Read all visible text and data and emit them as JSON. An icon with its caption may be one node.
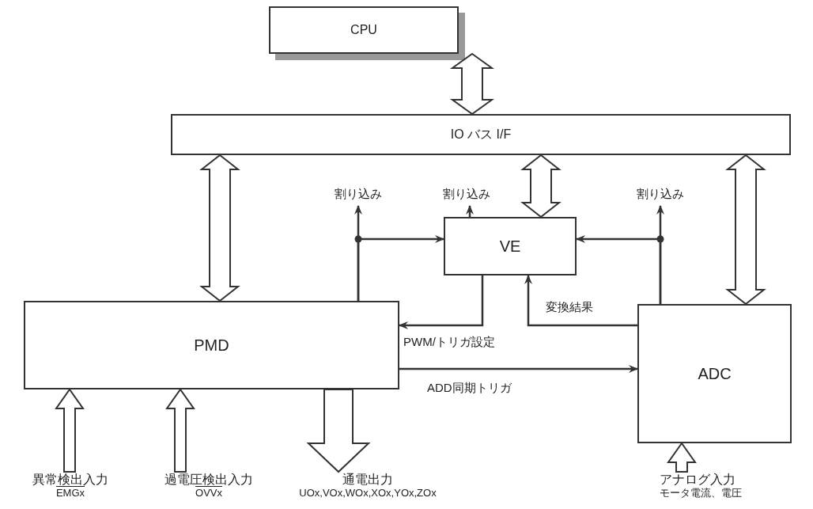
{
  "diagram": {
    "nodes": [
      {
        "text": [
          "CPU"
        ]
      },
      {
        "text": [
          "IO バス I/F"
        ]
      },
      {
        "text": [
          "VE"
        ]
      },
      {
        "text": [
          "PMD"
        ]
      },
      {
        "text": [
          "ADC"
        ]
      },
      {
        "text": [
          "割り込み"
        ]
      },
      {
        "text": [
          "割り込み"
        ]
      },
      {
        "text": [
          "割り込み"
        ]
      },
      {
        "text": [
          "異常検出入力",
          "EMGx"
        ]
      },
      {
        "text": [
          "過電圧検出入力",
          "OVVx"
        ]
      },
      {
        "text": [
          "通電出力",
          "UOx,VOx,WOx,XOx,YOx,ZOx"
        ]
      },
      {
        "text": [
          "アナログ入力",
          "モータ電流、電圧"
        ]
      }
    ],
    "edges": [
      {
        "from": 0,
        "to": 1,
        "arrow": "both",
        "style": "thick"
      },
      {
        "from": 1,
        "to": 3,
        "arrow": "both",
        "style": "thick"
      },
      {
        "from": 1,
        "to": 2,
        "arrow": "both",
        "style": "thick"
      },
      {
        "from": 1,
        "to": 4,
        "arrow": "both",
        "style": "thick"
      },
      {
        "from": 3,
        "to": 5,
        "arrow": "to"
      },
      {
        "from": 3,
        "to": 2,
        "arrow": "to"
      },
      {
        "from": 2,
        "to": 6,
        "arrow": "to"
      },
      {
        "from": 4,
        "to": 7,
        "arrow": "to"
      },
      {
        "from": 4,
        "to": 2,
        "arrow": "to"
      },
      {
        "from": 2,
        "to": 3,
        "arrow": "to",
        "label": "PWM/トリガ設定"
      },
      {
        "from": 4,
        "to": 2,
        "arrow": "to",
        "label": "変換結果"
      },
      {
        "from": 3,
        "to": 4,
        "arrow": "to",
        "label": "ADD同期トリガ"
      },
      {
        "from": 8,
        "to": 3,
        "arrow": "to",
        "style": "thick"
      },
      {
        "from": 9,
        "to": 3,
        "arrow": "to",
        "style": "thick"
      },
      {
        "from": 3,
        "to": 10,
        "arrow": "to",
        "style": "thick"
      },
      {
        "from": 11,
        "to": 4,
        "arrow": "to",
        "style": "thick"
      }
    ]
  }
}
